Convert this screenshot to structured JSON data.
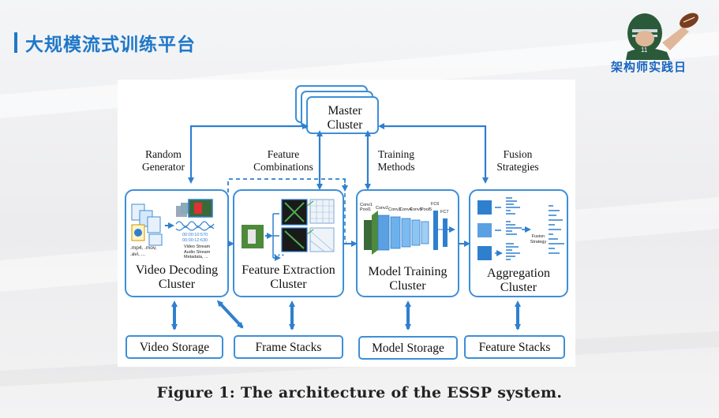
{
  "slide": {
    "title": "大规模流式训练平台"
  },
  "logo": {
    "text": "架构师实践日"
  },
  "diagram": {
    "master": "Master\nCluster",
    "labels": {
      "random_generator": "Random\nGenerator",
      "feature_combinations": "Feature\nCombinations",
      "training_methods": "Training\nMethods",
      "fusion_strategies": "Fusion\nStrategies"
    },
    "clusters": [
      {
        "name": "Video Decoding\nCluster"
      },
      {
        "name": "Feature Extraction\nCluster"
      },
      {
        "name": "Model Training\nCluster"
      },
      {
        "name": "Aggregation\nCluster"
      }
    ],
    "storage": [
      "Video Storage",
      "Frame Stacks",
      "Model Storage",
      "Feature Stacks"
    ],
    "details": {
      "formats": ".mp4, .mov,\n.avi, ...",
      "timecode1": "00:00:10:570",
      "timecode2": "00:00:12:630",
      "streams": "Video Stream\nAudio Stream\nMetadata, ...",
      "layers": [
        "Conv1",
        "Pool1",
        "Conv2",
        "Conv3",
        "Conv4",
        "Conv5",
        "Pool5",
        "FC6",
        "FC7"
      ],
      "fusion": "Fusion\nStrategy",
      "ellipsis": "• • •"
    }
  },
  "caption": "Figure 1: The architecture of the ESSP system.",
  "colors": {
    "accent": "#1f78c8",
    "box": "#3d8fd8",
    "arrow": "#2f7fcf"
  }
}
